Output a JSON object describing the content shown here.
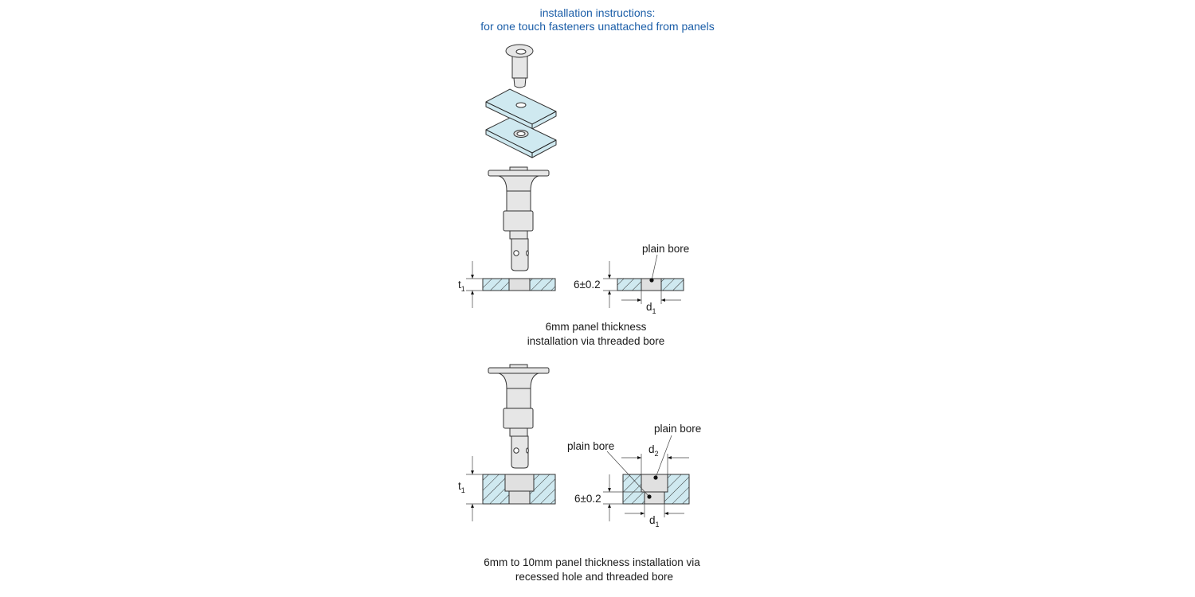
{
  "title": {
    "line1": "installation instructions:",
    "line2": "for one touch fasteners unattached from panels"
  },
  "section1": {
    "t1_label": "t",
    "t1_sub": "1",
    "tolerance_label": "6±0.2",
    "plain_bore_label": "plain bore",
    "d1_label": "d",
    "d1_sub": "1",
    "caption_line1": "6mm panel thickness",
    "caption_line2": "installation via threaded bore"
  },
  "section2": {
    "t1_label": "t",
    "t1_sub": "1",
    "tolerance_label": "6±0.2",
    "plain_bore_label_top": "plain bore",
    "plain_bore_label_left": "plain bore",
    "d1_label": "d",
    "d1_sub": "1",
    "d2_label": "d",
    "d2_sub": "2",
    "caption_line1": "6mm to 10mm panel thickness installation via",
    "caption_line2": "recessed hole and threaded bore"
  },
  "colors": {
    "title": "#1b5ea8",
    "panel": "#cfe9f0",
    "metal": "#e6e6e6"
  }
}
